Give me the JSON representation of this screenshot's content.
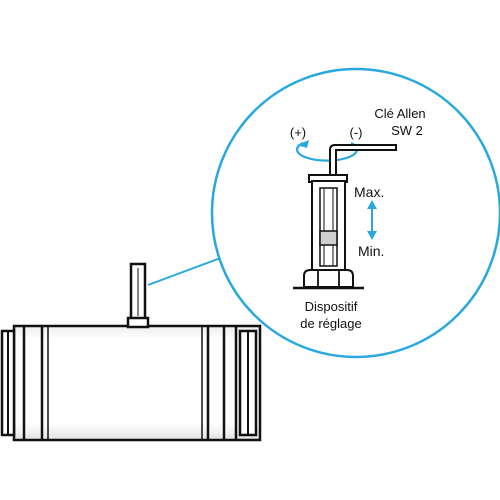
{
  "labels": {
    "allen_key_line1": "Clé Allen",
    "allen_key_line2": "SW 2",
    "plus": "(+)",
    "minus": "(-)",
    "max": "Max.",
    "min": "Min.",
    "device_line1": "Dispositif",
    "device_line2": "de réglage"
  },
  "colors": {
    "accent": "#29a8e0",
    "line": "#111111",
    "background": "#ffffff"
  }
}
